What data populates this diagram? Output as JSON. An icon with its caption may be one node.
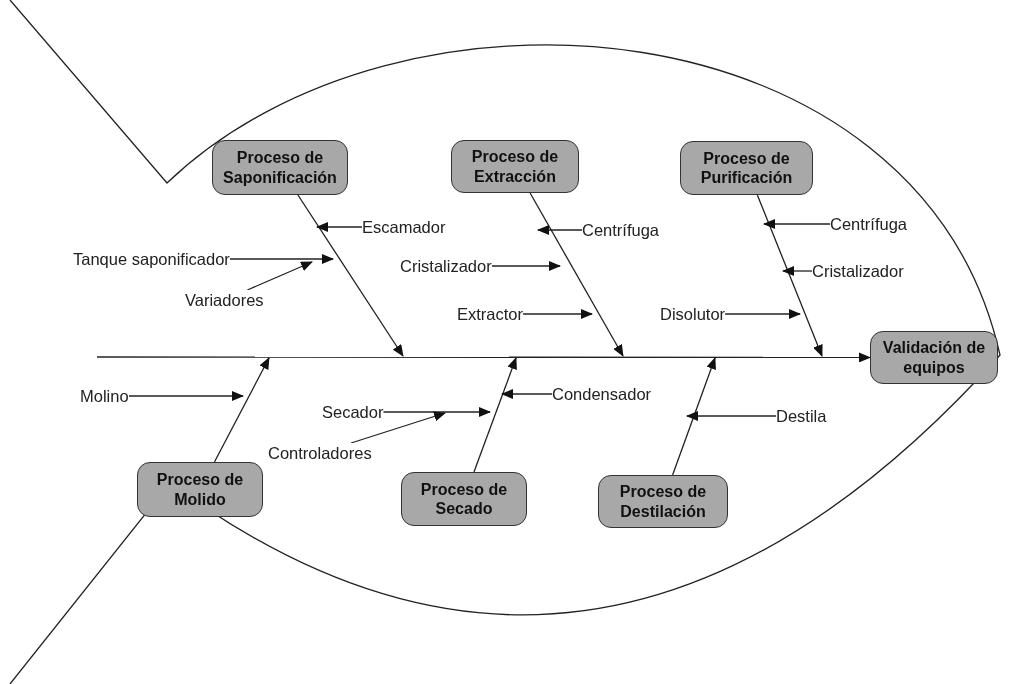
{
  "diagram": {
    "nodes": [
      {
        "text": [
          "Proceso de Saponificación"
        ]
      },
      {
        "text": [
          "Proceso de Extracción"
        ]
      },
      {
        "text": [
          "Proceso de Purificación"
        ]
      },
      {
        "text": [
          "Validación de equipos"
        ]
      },
      {
        "text": [
          "Proceso de Molido"
        ]
      },
      {
        "text": [
          "Proceso de Secado"
        ]
      },
      {
        "text": [
          "Proceso de Destilación"
        ]
      },
      {
        "text": [
          "Escamador"
        ]
      },
      {
        "text": [
          "Tanque saponificador"
        ]
      },
      {
        "text": [
          "Variadores"
        ]
      },
      {
        "text": [
          "Centrífuga"
        ]
      },
      {
        "text": [
          "Cristalizador"
        ]
      },
      {
        "text": [
          "Extractor"
        ]
      },
      {
        "text": [
          "Centrífuga"
        ]
      },
      {
        "text": [
          "Cristalizador"
        ]
      },
      {
        "text": [
          "Disolutor"
        ]
      },
      {
        "text": [
          "Molino"
        ]
      },
      {
        "text": [
          "Secador"
        ]
      },
      {
        "text": [
          "Controladores"
        ]
      },
      {
        "text": [
          "Condensador"
        ]
      },
      {
        "text": [
          "Destila"
        ]
      }
    ],
    "edges": [
      {
        "from": null,
        "to": 3,
        "arrow": "to"
      },
      {
        "from": 0,
        "to": null,
        "arrow": "to"
      },
      {
        "from": 1,
        "to": null,
        "arrow": "to"
      },
      {
        "from": 2,
        "to": null,
        "arrow": "to"
      },
      {
        "from": 4,
        "to": null,
        "arrow": "to"
      },
      {
        "from": 5,
        "to": null,
        "arrow": "to"
      },
      {
        "from": 6,
        "to": null,
        "arrow": "to"
      },
      {
        "from": 7,
        "to": null,
        "arrow": "to"
      },
      {
        "from": 8,
        "to": null,
        "arrow": "to"
      },
      {
        "from": 9,
        "to": null,
        "arrow": "to"
      },
      {
        "from": 10,
        "to": null,
        "arrow": "to"
      },
      {
        "from": 11,
        "to": null,
        "arrow": "to"
      },
      {
        "from": 12,
        "to": null,
        "arrow": "to"
      },
      {
        "from": 13,
        "to": null,
        "arrow": "to"
      },
      {
        "from": 14,
        "to": null,
        "arrow": "to"
      },
      {
        "from": 15,
        "to": null,
        "arrow": "to"
      },
      {
        "from": 16,
        "to": null,
        "arrow": "to"
      },
      {
        "from": 17,
        "to": null,
        "arrow": "to"
      },
      {
        "from": 18,
        "to": null,
        "arrow": "to"
      },
      {
        "from": 19,
        "to": null,
        "arrow": "to"
      },
      {
        "from": 20,
        "to": null,
        "arrow": "to"
      }
    ]
  }
}
